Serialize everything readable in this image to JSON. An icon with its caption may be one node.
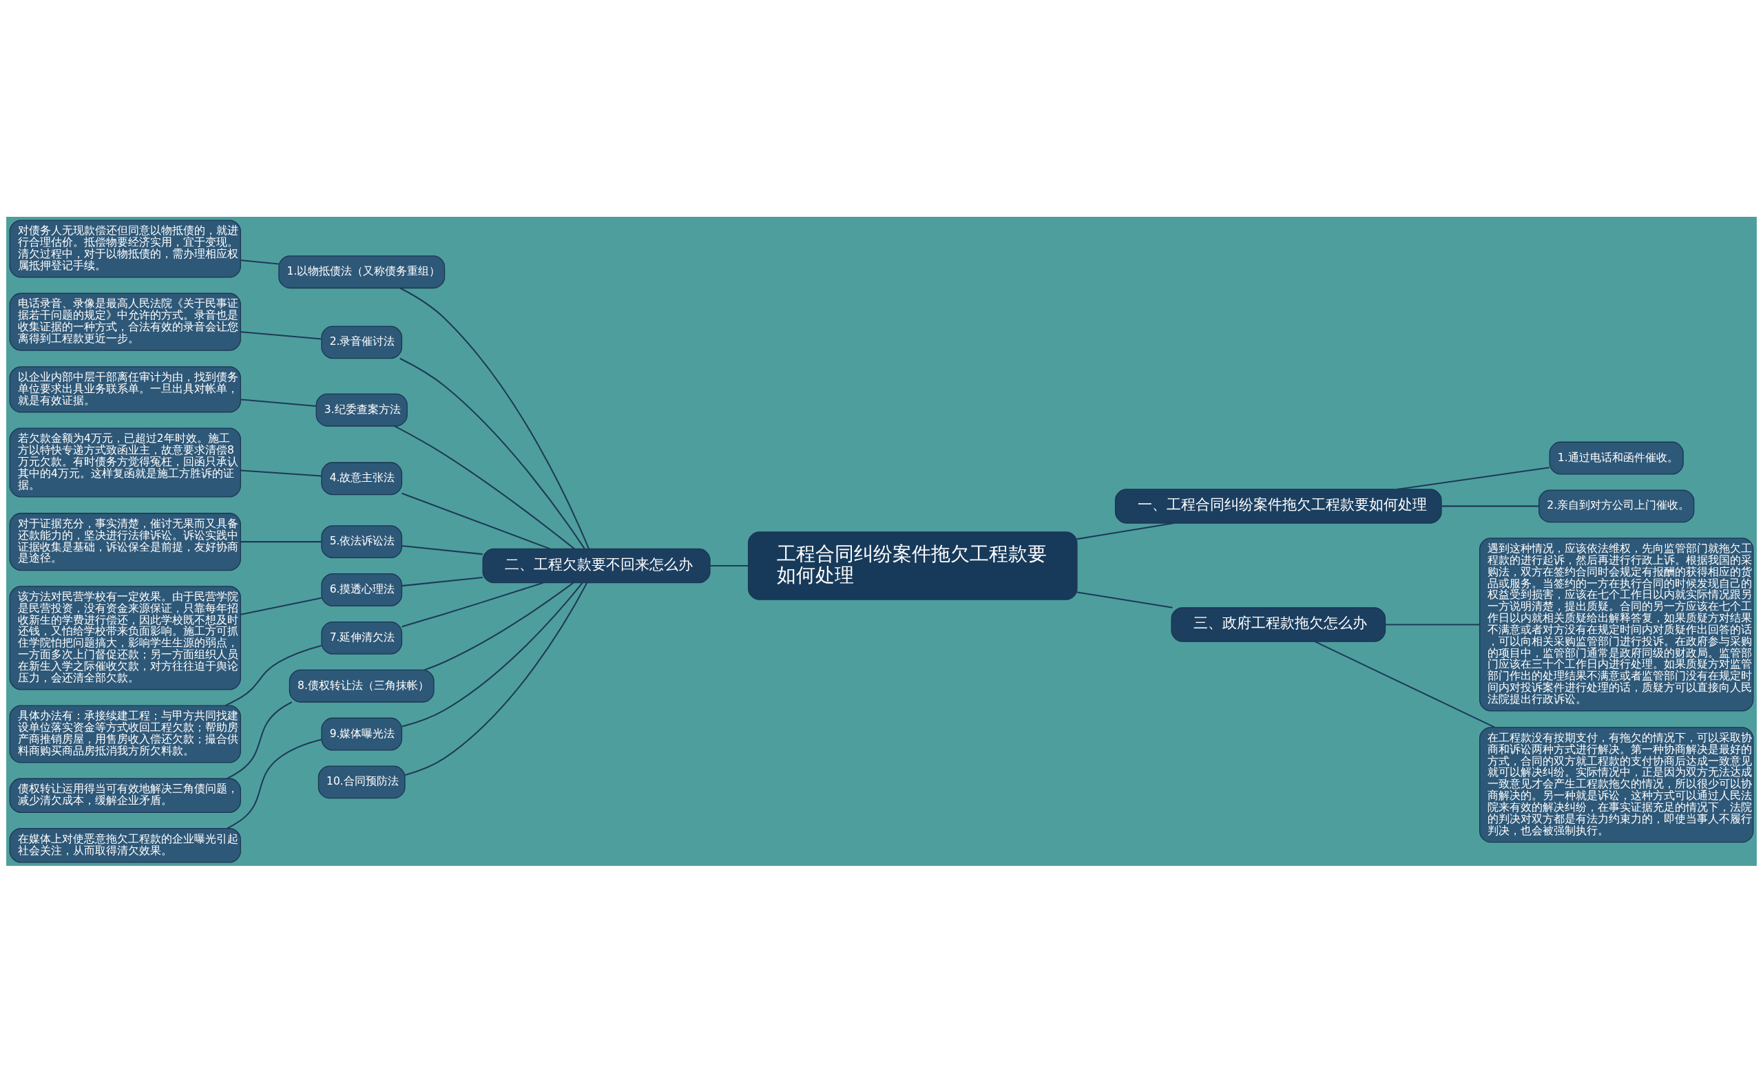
{
  "diagram": {
    "nodes": [
      {
        "text": [
          "工程合同纠纷案件拖欠工程款要如何处理"
        ]
      },
      {
        "text": [
          "一、工程合同纠纷案件拖欠工程款要如何处理"
        ]
      },
      {
        "text": [
          "1.通过电话和函件催收。"
        ]
      },
      {
        "text": [
          "2.亲自到对方公司上门催收。"
        ]
      },
      {
        "text": [
          "三、政府工程款拖欠怎么办"
        ]
      },
      {
        "text": [
          "遇到这种情况，应该依法维权，先向监管部门就拖欠工程款的进行起诉，然后再进行行政上诉。根据我国的采购法，双方在签约合同时会规定有报酬的获得相应的货品或服务。当签约的一方在执行合同的时候发现自己的权益受到损害，应该在七个工作日以内就实际情况跟另一方说明清楚，提出质疑。合同的另一方应该在七个工作日以内就相关质疑给出解释答复，如果质疑方对结果不满意或者对方没有在规定时间内对质疑作出回答的话，可以向相关采购监管部门进行投诉。在政府参与采购的项目中，监管部门通常是政府同级的财政局。监管部门应该在三十个工作日内进行处理。如果质疑方对监管部门作出的处理结果不满意或者监管部门没有在规定时间内对投诉案件进行处理的话，质疑方可以直接向人民法院提出行政诉讼。"
        ]
      },
      {
        "text": [
          "在工程款没有按期支付，有拖欠的情况下，可以采取协商和诉讼两种方式进行解决。第一种协商解决是最好的方式，合同的双方就工程款的支付协商后达成一致意见就可以解决纠纷。实际情况中，正是因为双方无法达成一致意见才会产生工程款拖欠的情况，所以很少可以协商解决的。另一种就是诉讼，这种方式可以通过人民法院来有效的解决纠纷，在事实证据充足的情况下，法院的判决对双方都是有法力约束力的，即使当事人不履行判决，也会被强制执行。"
        ]
      },
      {
        "text": [
          "二、工程欠款要不回来怎么办"
        ]
      },
      {
        "text": [
          "1.以物抵债法（又称债务重组）"
        ]
      },
      {
        "text": [
          "对债务人无现款偿还但同意以物抵债的，就进行合理估价。抵偿物要经济实用，宜于变现。清欠过程中，对于以物抵债的，需办理相应权属抵押登记手续。"
        ]
      },
      {
        "text": [
          "2.录音催讨法"
        ]
      },
      {
        "text": [
          "电话录音、录像是最高人民法院《关于民事证据若干问题的规定》中允许的方式。录音也是收集证据的一种方式，合法有效的录音会让您离得到工程款更近一步。"
        ]
      },
      {
        "text": [
          "3.纪委查案方法"
        ]
      },
      {
        "text": [
          "以企业内部中层干部离任审计为由，找到债务单位要求出具业务联系单。一旦出具对帐单，就是有效证据。"
        ]
      },
      {
        "text": [
          "4.故意主张法"
        ]
      },
      {
        "text": [
          "若欠款金额为4万元，已超过2年时效。施工方以特快专递方式致函业主，故意要求清偿8万元欠款。有时债务方觉得冤枉，回函只承认其中的4万元。这样复函就是施工方胜诉的证据。"
        ]
      },
      {
        "text": [
          "5.依法诉讼法"
        ]
      },
      {
        "text": [
          "对于证据充分，事实清楚，催讨无果而又具备还款能力的，坚决进行法律诉讼。诉讼实践中证据收集是基础，诉讼保全是前提，友好协商是途径。"
        ]
      },
      {
        "text": [
          "6.摸透心理法"
        ]
      },
      {
        "text": [
          "该方法对民营学校有一定效果。由于民营学院是民营投资，没有资金来源保证，只靠每年招收新生的学费进行偿还，因此学校既不想及时还钱，又怕给学校带来负面影响。施工方可抓住学院怕把问题搞大，影响学生生源的弱点，一方面多次上门督促还款；另一方面组织人员在新生入学之际催收欠款，对方往往迫于舆论压力，会还清全部欠款。"
        ]
      },
      {
        "text": [
          "7.延伸清欠法"
        ]
      },
      {
        "text": [
          "具体办法有：承接续建工程；与甲方共同找建设单位落实资金等方式收回工程欠款；帮助房产商推销房屋，用售房收入偿还欠款；撮合供料商购买商品房抵消我方所欠料款。"
        ]
      },
      {
        "text": [
          "8.债权转让法（三角抹帐）"
        ]
      },
      {
        "text": [
          "债权转让运用得当可有效地解决三角债问题，减少清欠成本，缓解企业矛盾。"
        ]
      },
      {
        "text": [
          "9.媒体曝光法"
        ]
      },
      {
        "text": [
          "在媒体上对使恶意拖欠工程款的企业曝光引起社会关注，从而取得清欠效果。"
        ]
      },
      {
        "text": [
          "10.合同预防法"
        ]
      }
    ],
    "edges": [
      {
        "from": 0,
        "to": 1,
        "arrow": "none"
      },
      {
        "from": 1,
        "to": 2,
        "arrow": "none"
      },
      {
        "from": 1,
        "to": 3,
        "arrow": "none"
      },
      {
        "from": 0,
        "to": 4,
        "arrow": "none"
      },
      {
        "from": 4,
        "to": 5,
        "arrow": "none"
      },
      {
        "from": 4,
        "to": 6,
        "arrow": "none"
      },
      {
        "from": 7,
        "to": 0,
        "arrow": "none"
      },
      {
        "from": 8,
        "to": 7,
        "arrow": "none"
      },
      {
        "from": 9,
        "to": 8,
        "arrow": "none"
      },
      {
        "from": 10,
        "to": 7,
        "arrow": "none"
      },
      {
        "from": 11,
        "to": 10,
        "arrow": "none"
      },
      {
        "from": 12,
        "to": 7,
        "arrow": "none"
      },
      {
        "from": 13,
        "to": 12,
        "arrow": "none"
      },
      {
        "from": 14,
        "to": 7,
        "arrow": "none"
      },
      {
        "from": 15,
        "to": 14,
        "arrow": "none"
      },
      {
        "from": 16,
        "to": 7,
        "arrow": "none"
      },
      {
        "from": 17,
        "to": 16,
        "arrow": "none"
      },
      {
        "from": 18,
        "to": 7,
        "arrow": "none"
      },
      {
        "from": 19,
        "to": 18,
        "arrow": "none"
      },
      {
        "from": 20,
        "to": 7,
        "arrow": "none"
      },
      {
        "from": 21,
        "to": 20,
        "arrow": "none"
      },
      {
        "from": 22,
        "to": 7,
        "arrow": "none"
      },
      {
        "from": 23,
        "to": 22,
        "arrow": "none"
      },
      {
        "from": 24,
        "to": 7,
        "arrow": "none"
      },
      {
        "from": 25,
        "to": 24,
        "arrow": "none"
      },
      {
        "from": 26,
        "to": 7,
        "arrow": "none"
      }
    ]
  }
}
